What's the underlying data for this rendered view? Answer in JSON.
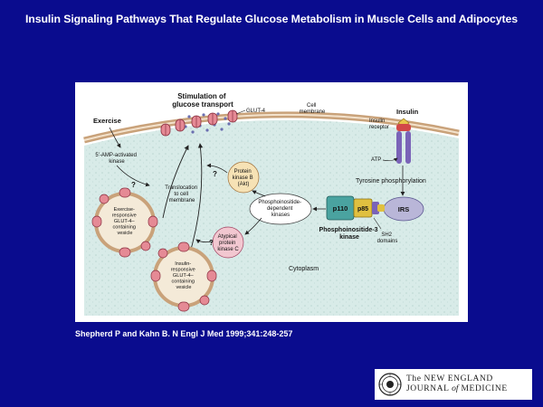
{
  "slide": {
    "title": "Insulin Signaling Pathways That Regulate Glucose Metabolism in Muscle Cells and Adipocytes",
    "citation": "Shepherd P and Kahn B. N Engl J Med 1999;341:248-257"
  },
  "figure": {
    "stimulation": [
      "Stimulation of",
      "glucose transport"
    ],
    "glut4": "GLUT-4",
    "cell_membrane": [
      "Cell",
      "membrane"
    ],
    "exercise": "Exercise",
    "ampk": [
      "5'-AMP-activated",
      "kinase"
    ],
    "insulin": "Insulin",
    "insulin_receptor": [
      "Insulin",
      "receptor"
    ],
    "atp": "ATP",
    "tyrosine_phosphorylation": "Tyrosine phosphorylation",
    "irs": "IRS",
    "p110": "p110",
    "p85": "p85",
    "pi3k": [
      "Phosphoinositide-3",
      "kinase"
    ],
    "sh2": [
      "SH2",
      "domains"
    ],
    "pdk": [
      "Phosphoinositide-",
      "dependent",
      "kinases"
    ],
    "akt": [
      "Protein",
      "kinase B",
      "(Akt)"
    ],
    "pkc": [
      "Atypical",
      "protein",
      "kinase C"
    ],
    "translocation": [
      "Translocation",
      "to cell",
      "membrane"
    ],
    "exercise_vesicle": [
      "Exercise-",
      "responsive",
      "GLUT-4–",
      "containing",
      "vesicle"
    ],
    "insulin_vesicle": [
      "Insulin-",
      "responsive",
      "GLUT-4–",
      "containing",
      "vesicle"
    ],
    "cytoplasm": "Cytoplasm",
    "question": "?"
  },
  "logo": {
    "line1": "The NEW ENGLAND",
    "line2_prefix": "JOURNAL",
    "line2_of": "of",
    "line2_suffix": "MEDICINE"
  },
  "colors": {
    "background": "#0a0c8e",
    "cytoplasm": "#d8ebe8",
    "membrane": "#c9a27a",
    "glut4": "#e58a95",
    "p110": "#4aa3a0",
    "p85": "#e0c040",
    "receptor": "#7a63b8",
    "insulin": "#e8c64b"
  }
}
